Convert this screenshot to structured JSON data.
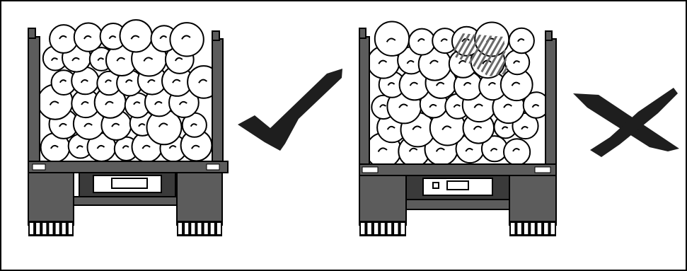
{
  "colors": {
    "background": "#ffffff",
    "frame": "#000000",
    "log_fill": "#ffffff",
    "log_outline": "#000000",
    "truck_body": "#5c5c5c",
    "truck_dark": "#3a3a3a",
    "check_mark": "#1e1e1e",
    "cross_mark": "#1e1e1e",
    "overload_hatch": "#6a6a6a"
  },
  "panels": [
    {
      "id": "correct-load",
      "verdict": "correct",
      "icon": "check-mark-icon"
    },
    {
      "id": "incorrect-load",
      "verdict": "incorrect",
      "icon": "cross-mark-icon"
    }
  ]
}
